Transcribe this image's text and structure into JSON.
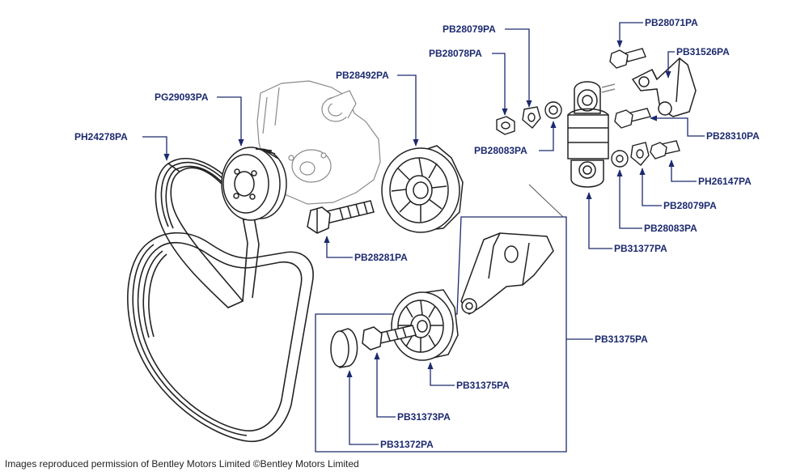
{
  "colors": {
    "label": "#1c2a6e",
    "leader": "#1c2a6e",
    "part_line": "#222222",
    "part_fill": "#ffffff",
    "ghost_line": "#888888"
  },
  "callouts": [
    {
      "id": "PH24278PA",
      "label": "PH24278PA",
      "part": "poly-v-belt"
    },
    {
      "id": "PG29093PA",
      "label": "PG29093PA",
      "part": "water-pump-pulley"
    },
    {
      "id": "PB28492PA",
      "label": "PB28492PA",
      "part": "idler-pulley"
    },
    {
      "id": "PB28281PA",
      "label": "PB28281PA",
      "part": "idler-pulley-bolt"
    },
    {
      "id": "PB28079PA_top",
      "label": "PB28079PA",
      "part": "spacer"
    },
    {
      "id": "PB28078PA",
      "label": "PB28078PA",
      "part": "nut"
    },
    {
      "id": "PB28083PA_top",
      "label": "PB28083PA",
      "part": "washer"
    },
    {
      "id": "PB28071PA",
      "label": "PB28071PA",
      "part": "bolt"
    },
    {
      "id": "PB31526PA",
      "label": "PB31526PA",
      "part": "tensioner-bracket"
    },
    {
      "id": "PB28310PA",
      "label": "PB28310PA",
      "part": "bolt"
    },
    {
      "id": "PH26147PA",
      "label": "PH26147PA",
      "part": "screw"
    },
    {
      "id": "PB28079PA_bottom",
      "label": "PB28079PA",
      "part": "spacer"
    },
    {
      "id": "PB28083PA_bottom",
      "label": "PB28083PA",
      "part": "washer"
    },
    {
      "id": "PB31377PA",
      "label": "PB31377PA",
      "part": "belt-tensioner"
    },
    {
      "id": "PB31375PA_assembly",
      "label": "PB31375PA",
      "part": "tensioner-assembly"
    },
    {
      "id": "PB31375PA_pulley",
      "label": "PB31375PA",
      "part": "tensioner-pulley"
    },
    {
      "id": "PB31373PA",
      "label": "PB31373PA",
      "part": "pulley-bolt"
    },
    {
      "id": "PB31372PA",
      "label": "PB31372PA",
      "part": "dust-cap"
    }
  ],
  "credit": "Images reproduced permission of Bentley Motors Limited ©Bentley Motors Limited"
}
